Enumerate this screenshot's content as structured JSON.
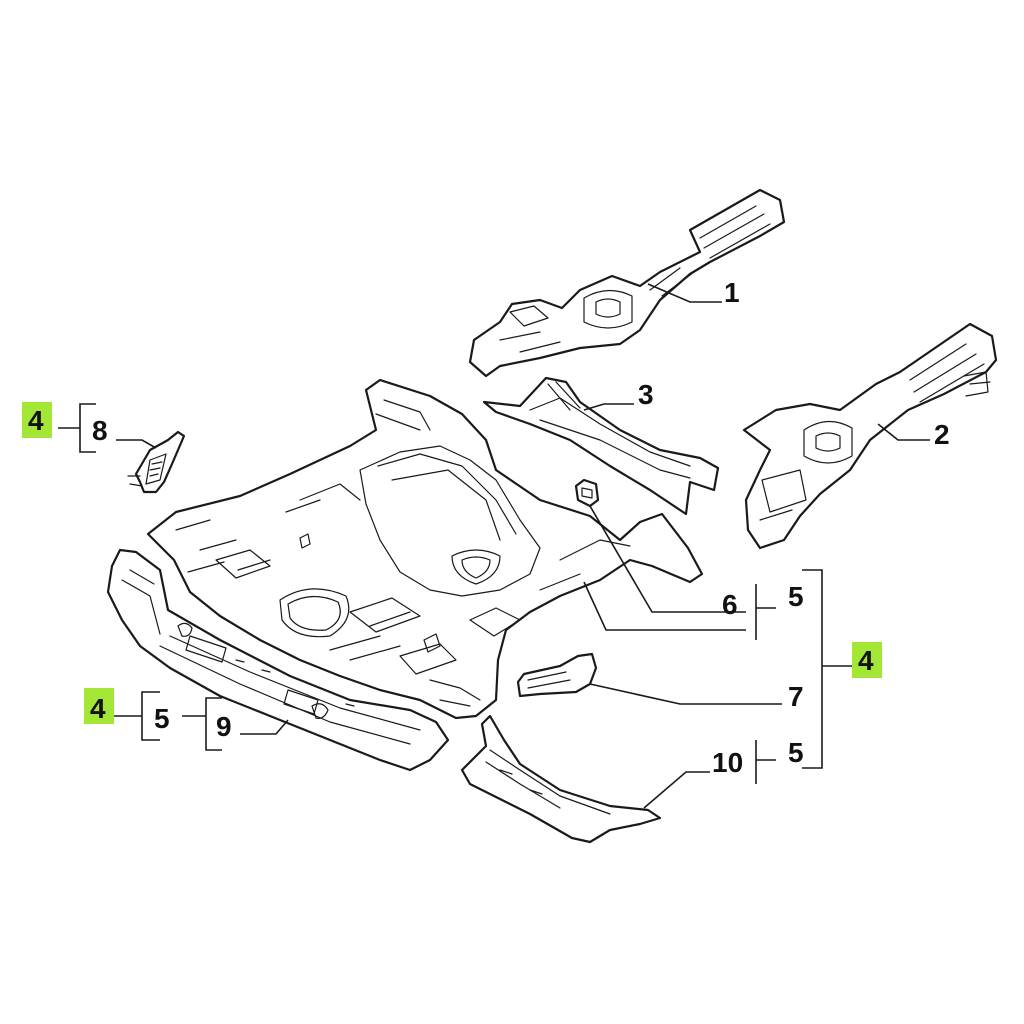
{
  "labels": {
    "n1": "1",
    "n2": "2",
    "n3": "3",
    "n4a": "4",
    "n4b": "4",
    "n4c": "4",
    "n5a": "5",
    "n5b": "5",
    "n5c": "5",
    "n6": "6",
    "n7": "7",
    "n8": "8",
    "n9": "9",
    "n10": "10"
  },
  "colors": {
    "highlight": "#a3e635",
    "line": "#1a1a1a",
    "background": "#ffffff"
  }
}
